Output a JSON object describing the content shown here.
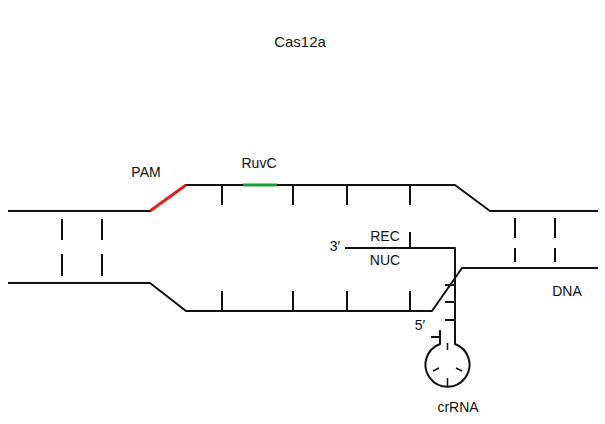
{
  "diagram": {
    "nodes": [
      {
        "text": [
          "Cas12a"
        ]
      }
    ],
    "labels": [
      "PAM",
      "RuvC",
      "3′",
      "REC",
      "NUC",
      "5′",
      "DNA",
      "crRNA"
    ]
  }
}
